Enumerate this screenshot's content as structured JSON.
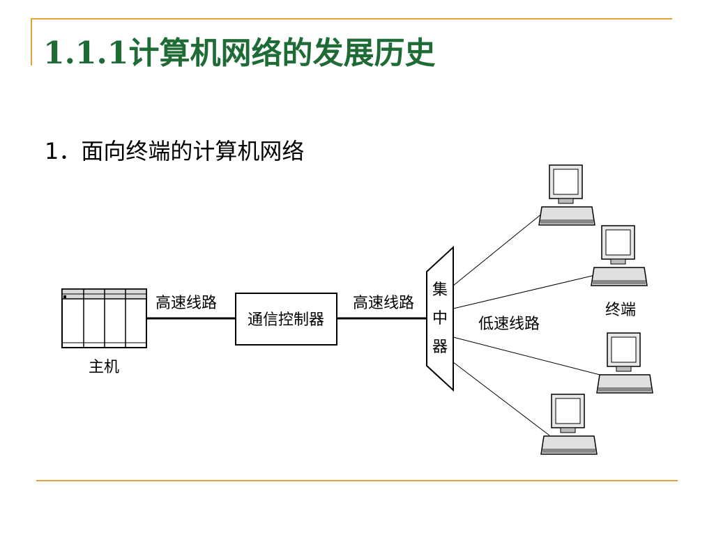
{
  "slide": {
    "title": "1.1.1计算机网络的发展历史",
    "subtitle": "1．面向终端的计算机网络"
  },
  "diagram": {
    "host_label": "主机",
    "high_speed_line_left": "高速线路",
    "controller_label": "通信控制器",
    "high_speed_line_right": "高速线路",
    "concentrator_chars": [
      "集",
      "中",
      "器"
    ],
    "low_speed_line": "低速线路",
    "terminal_label": "终端"
  },
  "colors": {
    "title_green": "#1e6b36",
    "rule_gold": "#e0a33a"
  }
}
